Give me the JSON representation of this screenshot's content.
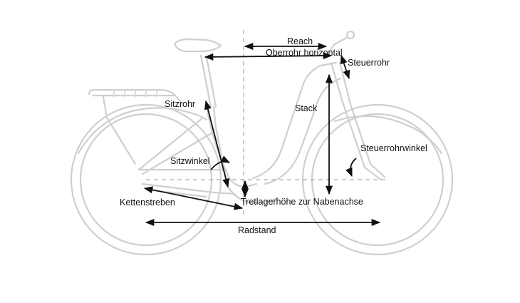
{
  "labels": {
    "reach": "Reach",
    "oberrohr": "Oberrohr horizontal",
    "steuerrohr": "Steuerrohr",
    "sitzrohr": "Sitzrohr",
    "stack": "Stack",
    "steuerrohrwinkel": "Steuerrohrwinkel",
    "sitzwinkel": "Sitzwinkel",
    "kettenstreben": "Kettenstreben",
    "tretlagerhoehe": "Tretlagerhöhe zur Nabenachse",
    "radstand": "Radstand"
  },
  "colors": {
    "frame": "#cfcfcf",
    "measure": "#111111",
    "guide": "#9a9a9a"
  }
}
